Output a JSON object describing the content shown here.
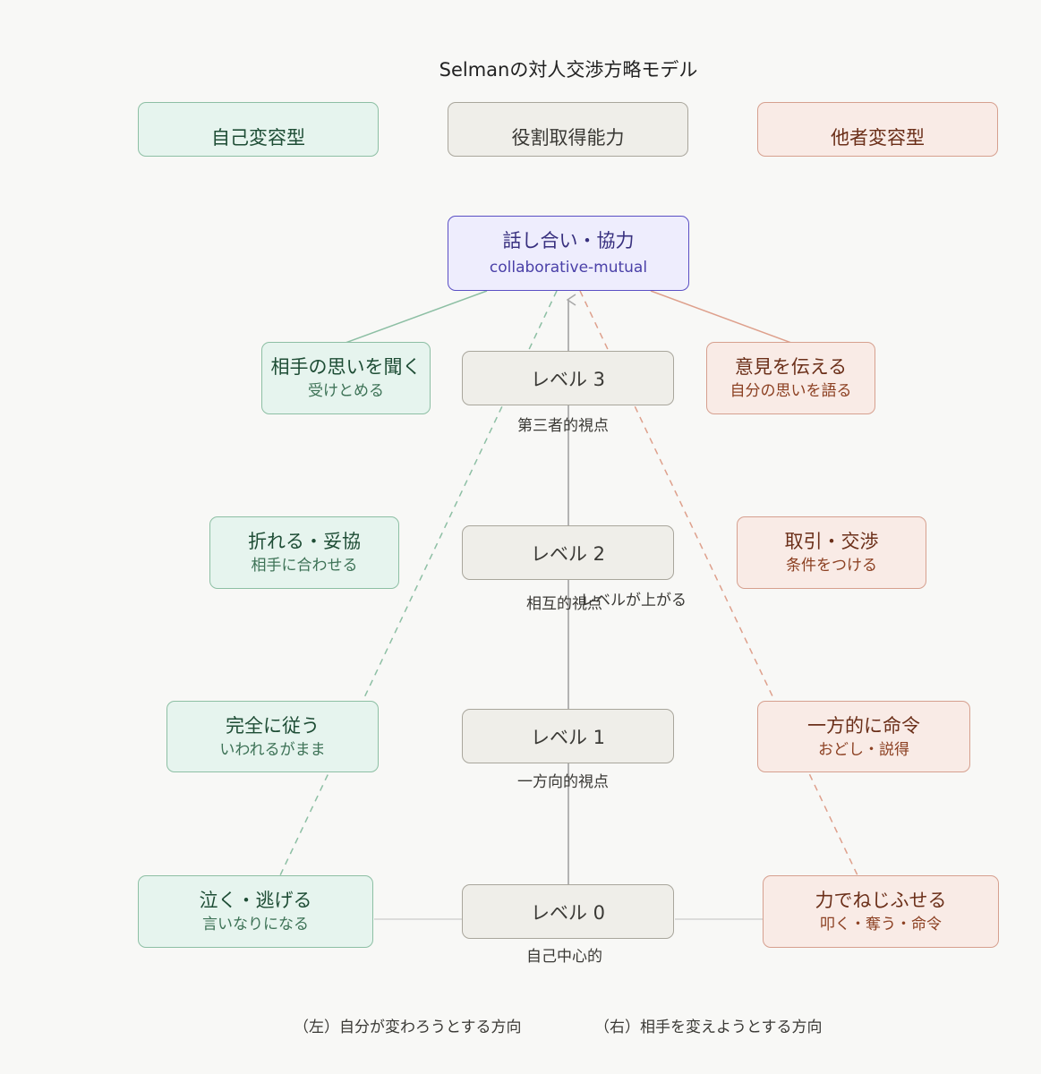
{
  "title": "Selmanの対人交渉方略モデル",
  "headers": {
    "left": "自己変容型",
    "center": "役割取得能力",
    "right": "他者変容型"
  },
  "top_box": {
    "main": "話し合い・協力",
    "sub": "collaborative-mutual"
  },
  "levels": [
    {
      "label": "レベル 3",
      "caption": "第三者的視点"
    },
    {
      "label": "レベル 2",
      "caption": "相互的視点"
    },
    {
      "label": "レベル 1",
      "caption": "一方向的視点"
    },
    {
      "label": "レベル 0",
      "caption": "自己中心的"
    }
  ],
  "arrow_label": "レベルが上がる",
  "left_strategies": [
    {
      "main": "相手の思いを聞く",
      "sub": "受けとめる"
    },
    {
      "main": "折れる・妥協",
      "sub": "相手に合わせる"
    },
    {
      "main": "完全に従う",
      "sub": "いわれるがまま"
    },
    {
      "main": "泣く・逃げる",
      "sub": "言いなりになる"
    }
  ],
  "right_strategies": [
    {
      "main": "意見を伝える",
      "sub": "自分の思いを語る"
    },
    {
      "main": "取引・交渉",
      "sub": "条件をつける"
    },
    {
      "main": "一方的に命令",
      "sub": "おどし・説得"
    },
    {
      "main": "力でねじふせる",
      "sub": "叩く・奪う・命令"
    }
  ],
  "legend": {
    "left": "（左）自分が変わろうとする方向",
    "right": "（右）相手を変えようとする方向"
  },
  "colors": {
    "background": "#f8f8f6",
    "green_fill": "#e6f4ee",
    "green_stroke": "#8dbfa4",
    "gray_fill": "#efeee9",
    "gray_stroke": "#a9a69c",
    "coral_fill": "#f9ebe6",
    "coral_stroke": "#d6a08f",
    "purple_fill": "#eeedfd",
    "purple_stroke": "#5a4fc4"
  }
}
